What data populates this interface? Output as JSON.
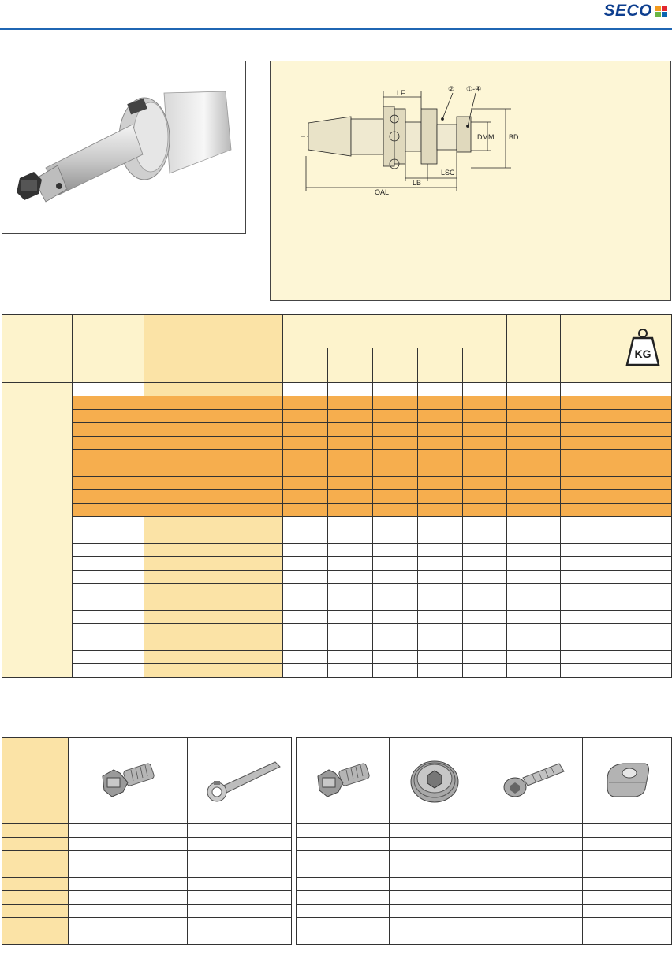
{
  "brand": {
    "name": "SECO",
    "accent": "#1f66b3",
    "logo_color": "#0d3e8f",
    "logo_squares": [
      "#f39a1e",
      "#e2262f",
      "#6ab545",
      "#0a65b0"
    ]
  },
  "drawing": {
    "dim_labels": {
      "lf": "LF",
      "item2": "②",
      "item14": "①-④",
      "dmm": "DMM",
      "bd": "BD",
      "lsc": "LSC",
      "lb": "LB",
      "oal": "OAL"
    }
  },
  "weight_icon": {
    "label": "KG"
  },
  "colors": {
    "orange_rows": "#f6ae4e",
    "light_header": "#fdf3cc",
    "highlight": "#fbe3a6",
    "drawing_bg": "#fdf6d6"
  },
  "parts": {
    "left_icons": [
      "cross-key-screw-icon",
      "spanner-wrench-icon"
    ],
    "right_icons": [
      "cross-key-screw-icon",
      "threaded-plug-icon",
      "socket-head-screw-icon",
      "clamp-block-icon"
    ]
  }
}
